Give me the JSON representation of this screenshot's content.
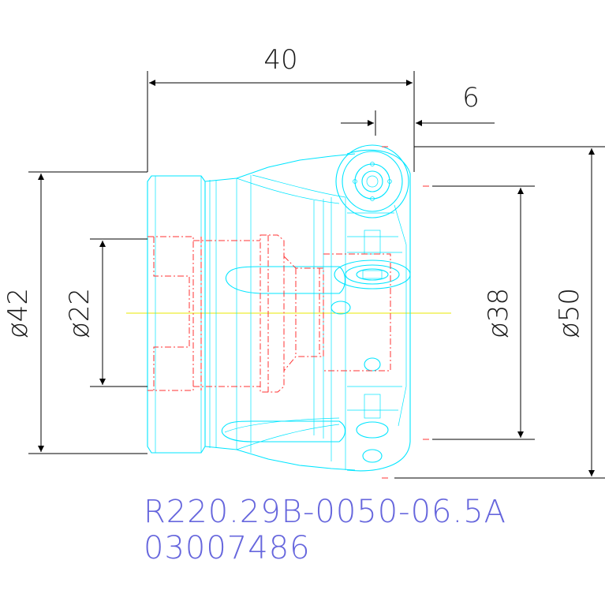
{
  "dimensions": {
    "width_top": "40",
    "offset_top": "6",
    "dia_left_outer": "ø42",
    "dia_left_inner": "ø22",
    "dia_right_inner": "ø38",
    "dia_right_outer": "ø50"
  },
  "part_code": "R220.29B-0050-06.5A",
  "part_number": "03007486",
  "colors": {
    "outline": "#00e5ff",
    "hidden": "#ff3333",
    "dimension": "#000000",
    "centerline": "#e8e800",
    "code_text": "#6666dd"
  }
}
